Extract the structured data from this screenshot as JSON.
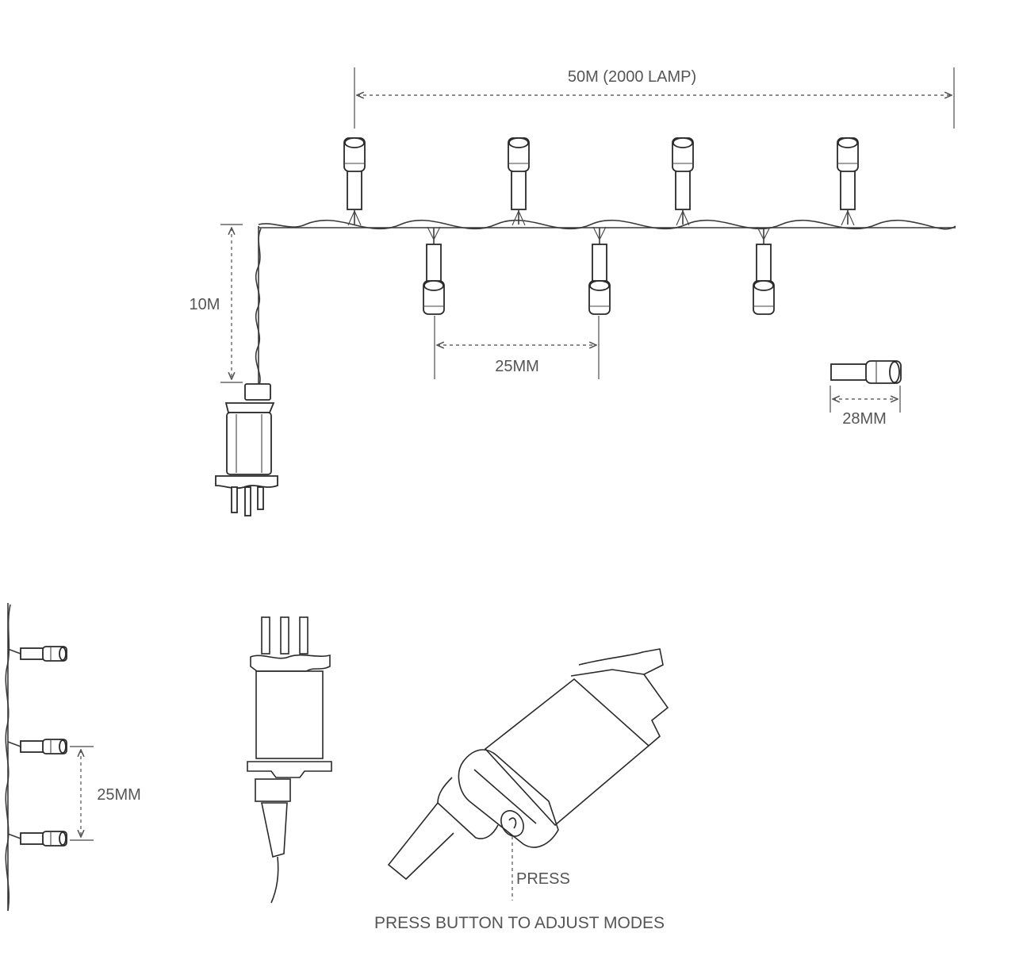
{
  "labels": {
    "total_length": "50M (2000 LAMP)",
    "lead_length": "10M",
    "lamp_spacing": "25MM",
    "lamp_size": "28MM",
    "side_spacing": "25MM",
    "press": "PRESS",
    "instruction": "PRESS BUTTON TO ADJUST MODES"
  },
  "colors": {
    "line": "#2a2a2a",
    "text": "#555555"
  },
  "icons": {
    "lamp": "led-bulb-icon",
    "transformer": "transformer-plug-icon",
    "controller": "controller-button-icon"
  }
}
